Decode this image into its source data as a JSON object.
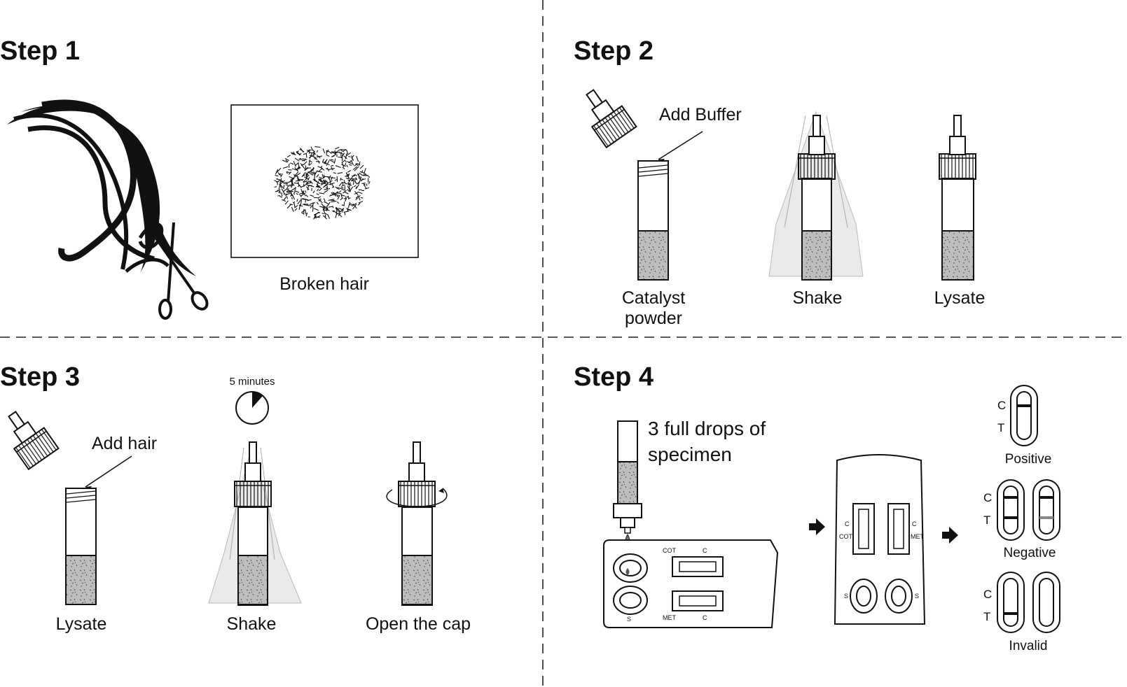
{
  "steps": {
    "step1": {
      "title": "Step 1",
      "broken_hair": "Broken hair"
    },
    "step2": {
      "title": "Step 2",
      "add_buffer": "Add Buffer",
      "catalyst_powder": [
        "Catalyst",
        "powder"
      ],
      "shake": "Shake",
      "lysate": "Lysate"
    },
    "step3": {
      "title": "Step 3",
      "timer": "5 minutes",
      "add_hair": "Add hair",
      "lysate": "Lysate",
      "shake": "Shake",
      "open_cap": "Open the cap"
    },
    "step4": {
      "title": "Step 4",
      "drops": [
        "3 full drops of",
        "specimen"
      ],
      "cassette_marks": {
        "c": "C",
        "s": "S",
        "cot": "COT",
        "met": "MET"
      },
      "result_marks": {
        "c": "C",
        "t": "T"
      },
      "positive": "Positive",
      "negative": "Negative",
      "invalid": "Invalid"
    }
  }
}
